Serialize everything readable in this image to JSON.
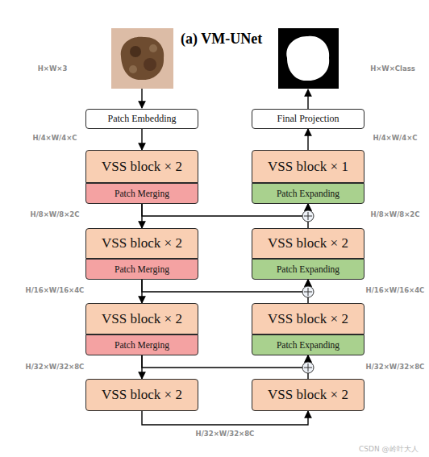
{
  "diagram": {
    "title": "(a) VM-UNet",
    "nodes": [
      {
        "text": [
          "Patch Embedding"
        ]
      },
      {
        "text": [
          "Final Projection"
        ]
      },
      {
        "text": [
          "VSS block × 2"
        ]
      },
      {
        "text": [
          "Patch Merging"
        ]
      },
      {
        "text": [
          "VSS block × 1"
        ]
      },
      {
        "text": [
          "Patch Expanding"
        ]
      },
      {
        "text": [
          "VSS block × 2"
        ]
      },
      {
        "text": [
          "Patch Merging"
        ]
      },
      {
        "text": [
          "VSS block × 2"
        ]
      },
      {
        "text": [
          "Patch Expanding"
        ]
      },
      {
        "text": [
          "VSS block × 2"
        ]
      },
      {
        "text": [
          "Patch Merging"
        ]
      },
      {
        "text": [
          "VSS block × 2"
        ]
      },
      {
        "text": [
          "Patch Expanding"
        ]
      },
      {
        "text": [
          "VSS block × 2"
        ]
      },
      {
        "text": [
          "VSS block × 2"
        ]
      }
    ],
    "edges": [
      {
        "from": 0,
        "to": 2,
        "arrow": "to"
      },
      {
        "from": 3,
        "to": 6,
        "arrow": "to"
      },
      {
        "from": 7,
        "to": 10,
        "arrow": "to"
      },
      {
        "from": 11,
        "to": 14,
        "arrow": "to"
      },
      {
        "from": 14,
        "to": 15,
        "arrow": "to"
      },
      {
        "from": 15,
        "to": 13,
        "arrow": "to"
      },
      {
        "from": 12,
        "to": 9,
        "arrow": "to"
      },
      {
        "from": 8,
        "to": 5,
        "arrow": "to"
      },
      {
        "from": 4,
        "to": 1,
        "arrow": "to"
      },
      {
        "from": 3,
        "to": 5,
        "arrow": "to"
      },
      {
        "from": 7,
        "to": 9,
        "arrow": "to"
      },
      {
        "from": 11,
        "to": 13,
        "arrow": "to"
      }
    ],
    "labels": [
      "H×W×3",
      "H×W×Class",
      "H/4×W/4×C",
      "H/4×W/4×C",
      "H/8×W/8×2C",
      "H/8×W/8×2C",
      "H/16×W/16×4C",
      "H/16×W/16×4C",
      "H/32×W/32×8C",
      "H/32×W/32×8C",
      "H/32×W/32×8C",
      "CSDN @岭叶大人"
    ]
  }
}
